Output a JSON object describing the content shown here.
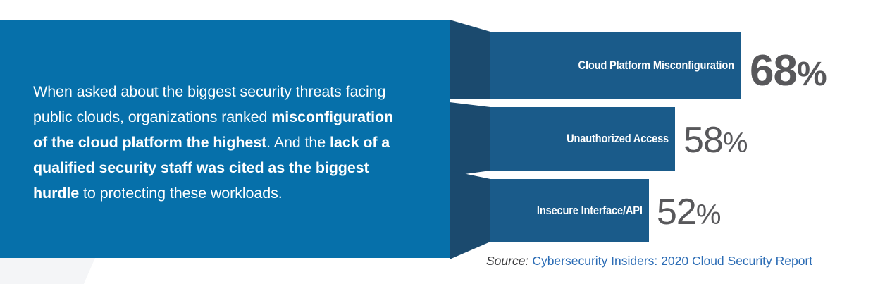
{
  "panel": {
    "background_color": "#0670aa",
    "text_segments": [
      {
        "text": "When asked about the biggest security threats facing public clouds, organizations ranked ",
        "bold": false
      },
      {
        "text": "misconfiguration of the cloud platform the highest",
        "bold": true
      },
      {
        "text": ". And the ",
        "bold": false
      },
      {
        "text": "lack of a qualified security staff was cited as the biggest hurdle",
        "bold": true
      },
      {
        "text": " to protecting these workloads.",
        "bold": false
      }
    ],
    "plain_text": "When asked about the biggest security threats facing public clouds, organizations ranked misconfiguration of the cloud platform the highest. And the lack of a qualified security staff was cited as the biggest hurdle to protecting these workloads."
  },
  "chart_data": {
    "type": "bar",
    "orientation": "horizontal",
    "title": "",
    "xlabel": "",
    "ylabel": "",
    "xlim": [
      0,
      100
    ],
    "grid": false,
    "legend": false,
    "unit": "%",
    "categories": [
      "Cloud Platform Misconfiguration",
      "Unauthorized Access",
      "Insecure Interface/API"
    ],
    "values": [
      68,
      58,
      52
    ],
    "value_labels": [
      "68",
      "58",
      "52"
    ],
    "bar_color": "#1a5b8a",
    "fold_color": "#1b4a6e",
    "value_color": "#58585b",
    "label_color": "#ffffff"
  },
  "source": {
    "label": "Source:",
    "citation": "Cybersecurity Insiders: 2020 Cloud Security Report",
    "link_color": "#2b6cb5"
  }
}
